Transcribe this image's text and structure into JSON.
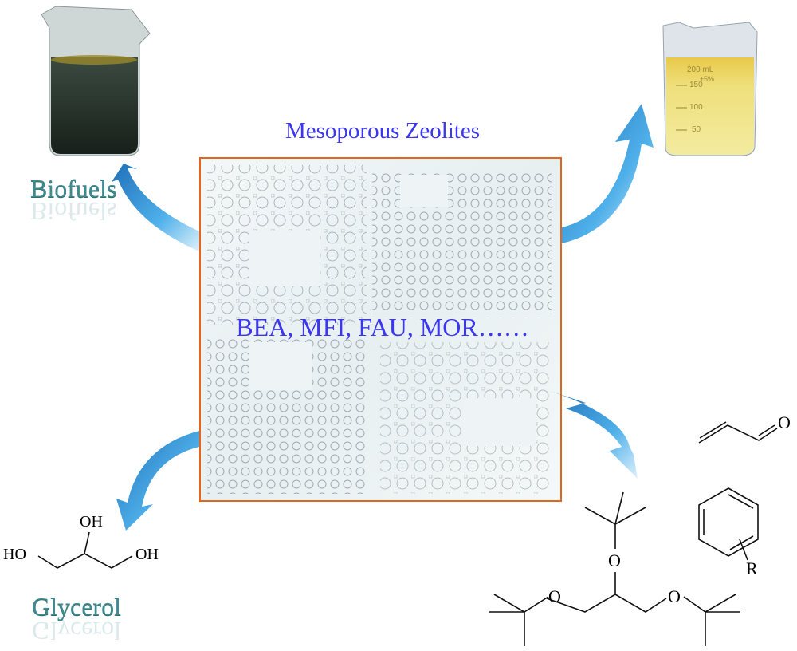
{
  "title": "Mesoporous Zeolites",
  "zeolites": "BEA, MFI, FAU, MOR……",
  "feedstocks": {
    "biofuels": "Biofuels",
    "glycerol": "Glycerol"
  },
  "beaker": {
    "mark_200": "200 mL",
    "tolerance": "±5%",
    "mark_150": "150",
    "mark_100": "100",
    "mark_50": "50"
  },
  "molecules": {
    "oh_top": "OH",
    "ho_left": "HO",
    "oh_right": "OH",
    "oxygen": "O",
    "r_group": "R"
  },
  "colors": {
    "accent_text": "#3b36f0",
    "box_border": "#e4651c",
    "arrow": "#3a9ad9",
    "label_teal": "#3e8a8f"
  }
}
